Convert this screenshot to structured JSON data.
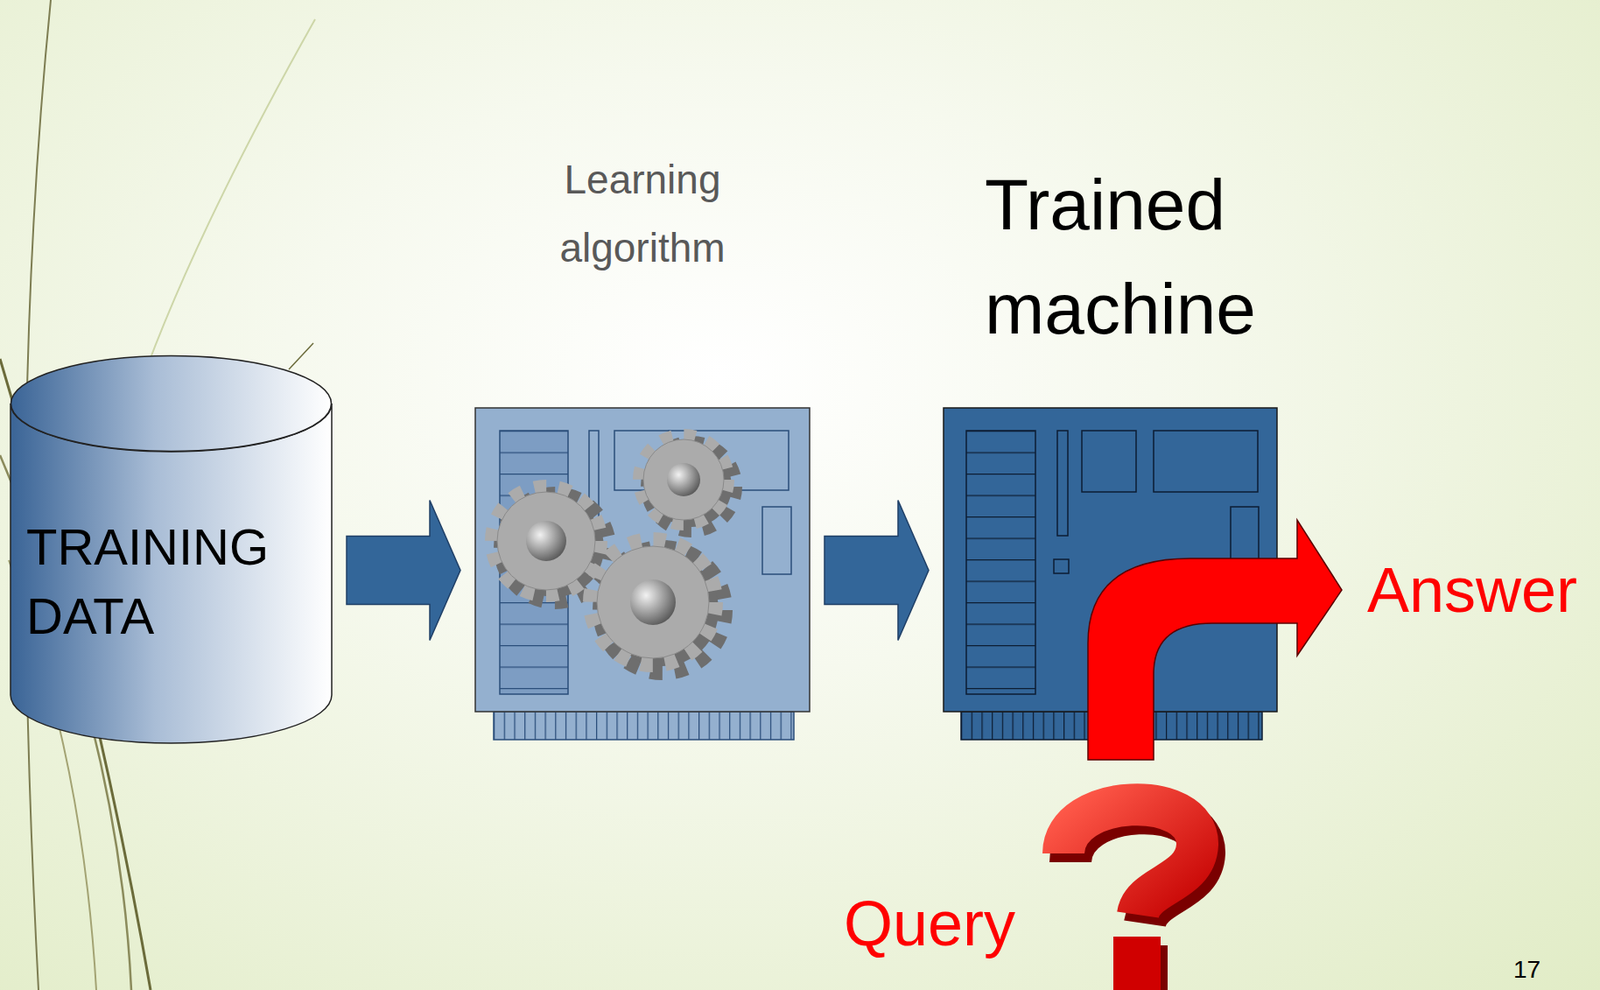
{
  "diagram": {
    "nodes": [
      {
        "text": [
          "TRAINING DATA"
        ]
      },
      {
        "text": [
          "Learning algorithm"
        ]
      },
      {
        "text": [
          "Trained machine"
        ]
      }
    ],
    "edges": [
      {
        "from": 0,
        "to": 1,
        "arrow": "to"
      },
      {
        "from": 1,
        "to": 2,
        "arrow": "to"
      }
    ],
    "labels": [
      "Query",
      "Answer",
      "17"
    ]
  }
}
